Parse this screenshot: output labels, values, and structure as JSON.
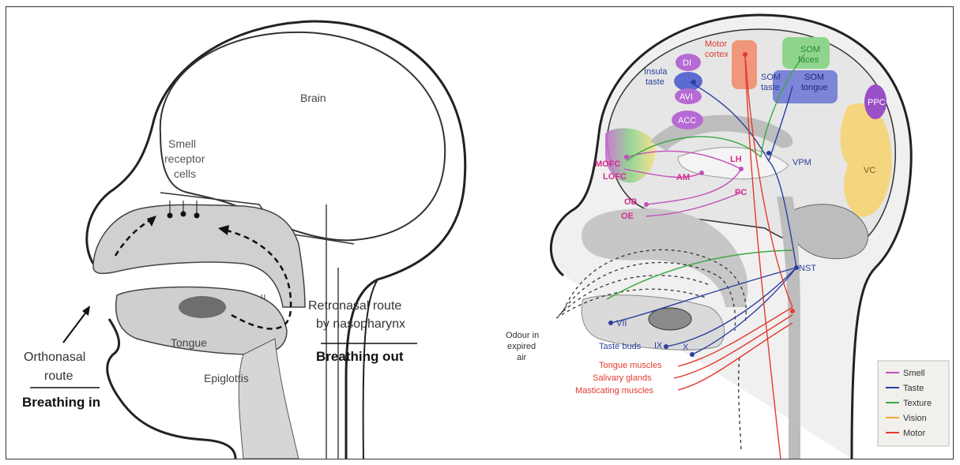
{
  "left_diagram": {
    "labels": {
      "brain": "Brain",
      "smell_receptor_1": "Smell",
      "smell_receptor_2": "receptor",
      "smell_receptor_3": "cells",
      "tongue": "Tongue",
      "uvula": "u",
      "epiglottis": "Epiglottis",
      "orthonasal_1": "Orthonasal",
      "orthonasal_2": "route",
      "breathing_in": "Breathing in",
      "retronasal_1": "Retronasal route",
      "retronasal_2": "by nasopharynx",
      "breathing_out": "Breathing out"
    }
  },
  "right_diagram": {
    "labels": {
      "motor_cortex_1": "Motor",
      "motor_cortex_2": "cortex",
      "som_faces_1": "SOM",
      "som_faces_2": "faces",
      "di": "DI",
      "insula_1": "Insula",
      "insula_2": "taste",
      "avi": "AVI",
      "som_taste_1": "SOM",
      "som_taste_2": "taste",
      "som_tongue_1": "SOM",
      "som_tongue_2": "tongue",
      "ppc": "PPC",
      "acc": "ACC",
      "vc": "VC",
      "vpm": "VPM",
      "mofc": "MOFC",
      "lofc": "LOFC",
      "lh": "LH",
      "am": "AM",
      "pc": "PC",
      "ob": "OB",
      "oe": "OE",
      "nst": "NST",
      "vii": "VII",
      "ix": "IX",
      "x": "X",
      "taste_buds": "Taste buds",
      "odour_1": "Odour in",
      "odour_2": "expired",
      "odour_3": "air",
      "tongue_muscles": "Tongue muscles",
      "salivary_glands": "Salivary glands",
      "masticating_muscles": "Masticating muscles"
    },
    "legend": [
      {
        "label": "Smell",
        "color": "#c14fb8"
      },
      {
        "label": "Taste",
        "color": "#2b3f9e"
      },
      {
        "label": "Texture",
        "color": "#3aa845"
      },
      {
        "label": "Vision",
        "color": "#f0a830"
      },
      {
        "label": "Motor",
        "color": "#e23b2e"
      }
    ]
  }
}
